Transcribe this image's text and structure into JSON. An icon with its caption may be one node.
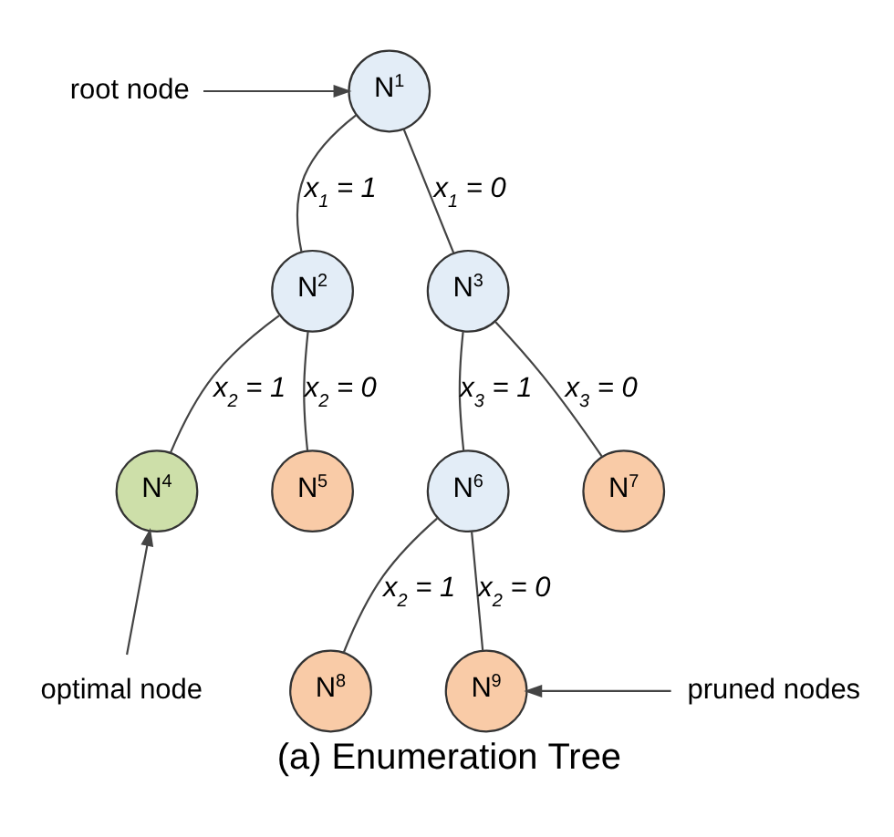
{
  "diagram": {
    "caption": "(a) Enumeration Tree",
    "nodes": [
      {
        "text": [
          "root node"
        ]
      },
      {
        "text": [
          "N$^{1}$"
        ]
      },
      {
        "text": [
          "N$^{2}$"
        ]
      },
      {
        "text": [
          "N$^{3}$"
        ]
      },
      {
        "text": [
          "N$^{4}$"
        ]
      },
      {
        "text": [
          "N$^{5}$"
        ]
      },
      {
        "text": [
          "N$^{6}$"
        ]
      },
      {
        "text": [
          "N$^{7}$"
        ]
      },
      {
        "text": [
          "N$^{8}$"
        ]
      },
      {
        "text": [
          "N$^{9}$"
        ]
      },
      {
        "text": [
          "optimal node"
        ]
      },
      {
        "text": [
          "pruned nodes"
        ]
      }
    ],
    "edges": [
      {
        "from": 0,
        "to": 1,
        "arrow": "to"
      },
      {
        "from": 1,
        "to": 2,
        "arrow": "none",
        "label": "x$_{1}$ = 1"
      },
      {
        "from": 1,
        "to": 3,
        "arrow": "none",
        "label": "x$_{1}$ = 0"
      },
      {
        "from": 2,
        "to": 4,
        "arrow": "none",
        "label": "x$_{2}$ = 1"
      },
      {
        "from": 2,
        "to": 5,
        "arrow": "none",
        "label": "x$_{2}$ = 0"
      },
      {
        "from": 3,
        "to": 6,
        "arrow": "none",
        "label": "x$_{3}$ = 1"
      },
      {
        "from": 3,
        "to": 7,
        "arrow": "none",
        "label": "x$_{3}$ = 0"
      },
      {
        "from": 6,
        "to": 8,
        "arrow": "none",
        "label": "x$_{2}$ = 1"
      },
      {
        "from": 6,
        "to": 9,
        "arrow": "none",
        "label": "x$_{2}$ = 0"
      },
      {
        "from": 10,
        "to": 4,
        "arrow": "to"
      },
      {
        "from": 11,
        "to": 9,
        "arrow": "to"
      }
    ]
  }
}
